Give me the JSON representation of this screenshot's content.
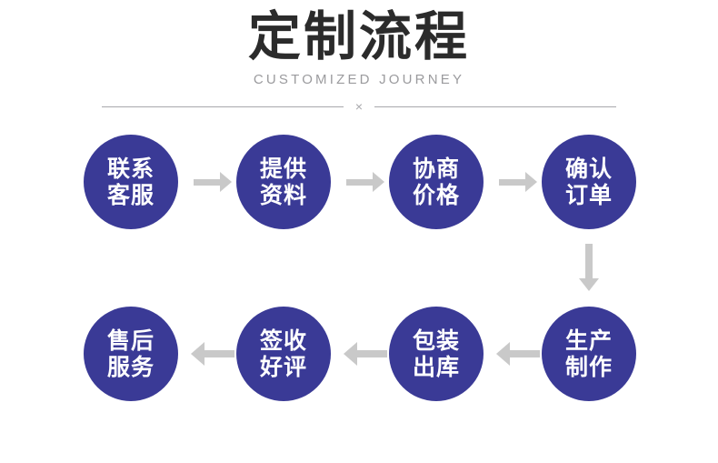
{
  "header": {
    "title": "定制流程",
    "subtitle": "CUSTOMIZED JOURNEY",
    "divider_mark": "×"
  },
  "theme": {
    "node_color": "#3a3a96",
    "arrow_color": "#c9c9c9",
    "title_color": "#2b2b2b",
    "subtitle_color": "#9b9b9e",
    "node_text_color": "#ffffff",
    "background": "#ffffff"
  },
  "flow": {
    "rows": [
      {
        "direction": "right",
        "nodes": [
          {
            "line1": "联系",
            "line2": "客服"
          },
          {
            "line1": "提供",
            "line2": "资料"
          },
          {
            "line1": "协商",
            "line2": "价格"
          },
          {
            "line1": "确认",
            "line2": "订单"
          }
        ]
      },
      {
        "direction": "left",
        "nodes": [
          {
            "line1": "售后",
            "line2": "服务"
          },
          {
            "line1": "签收",
            "line2": "好评"
          },
          {
            "line1": "包装",
            "line2": "出库"
          },
          {
            "line1": "生产",
            "line2": "制作"
          }
        ]
      }
    ]
  }
}
